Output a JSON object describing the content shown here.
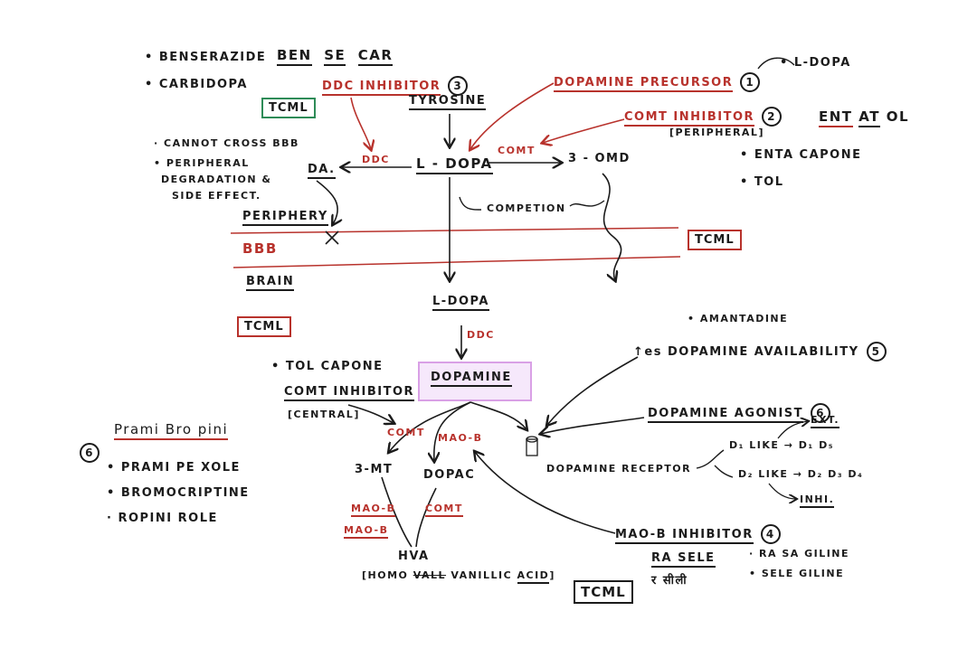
{
  "top_left": {
    "benserazide": "• BENSERAZIDE",
    "carbidopa": "• CARBIDOPA",
    "mnemonic": [
      "BEN",
      "SE",
      "CAR"
    ]
  },
  "ddc_inhibitor": {
    "label": "DDC INHIBITOR",
    "number": "3"
  },
  "tcml": "TCML",
  "dopamine_precursor": {
    "label": "DOPAMINE PRECURSOR",
    "number": "1",
    "drug": "• L-DOPA"
  },
  "comt_inhibitor_peripheral": {
    "label": "COMT INHIBITOR",
    "number": "2",
    "qualifier": "PERIPHERAL",
    "mnemonic": [
      "ENT",
      "AT",
      "OL"
    ],
    "drugs": [
      "• ENTA CAPONE",
      "• TOL"
    ]
  },
  "notes_left": [
    "· CANNOT CROSS BBB",
    "• PERIPHERAL",
    "DEGRADATION &",
    "SIDE EFFECT."
  ],
  "pathway": {
    "tyrosine": "TYROSINE",
    "ldopa": "L - DOPA",
    "da": "DA.",
    "ddc": "DDC",
    "comt": "COMT",
    "three_omd": "3 - OMD",
    "competition": "COMPETION",
    "periphery": "PERIPHERY",
    "bbb": "BBB",
    "brain": "BRAIN",
    "ldopa_brain": "L-DOPA",
    "ddc2": "DDC",
    "dopamine": "DOPAMINE",
    "comt2": "COMT",
    "mao_b": "MAO-B",
    "three_mt": "3-MT",
    "dopac": "DOPAC",
    "mao_b_a": "MAO-B",
    "mao_b_b": "MAO-B",
    "comt3": "COMT",
    "hva": "HVA",
    "hva_full": [
      "HOMO",
      "VALL",
      "VANILLIC",
      "ACID"
    ]
  },
  "comt_inhibitor_central": {
    "drug": "• TOL CAPONE",
    "label": "COMT INHIBITOR",
    "qualifier": "CENTRAL"
  },
  "dopamine_availability": {
    "amantadine": "• AMANTADINE",
    "label": "↑es DOPAMINE AVAILABILITY",
    "number": "5"
  },
  "dopamine_agonist": {
    "label": "DOPAMINE AGONIST",
    "number": "6",
    "receptor": "DOPAMINE RECEPTOR",
    "d1": "D₁ LIKE → D₁ D₅",
    "d2": "D₂ LIKE → D₂ D₃ D₄",
    "ext": "EXT.",
    "inh": "INHI."
  },
  "agonist_list": {
    "number": "6",
    "mnemonic": "Prami Bro pini",
    "drugs": [
      "• PRAMI PE XOLE",
      "• BROMOCRIPTINE",
      "· ROPINI ROLE"
    ]
  },
  "mao_b_inhibitor": {
    "label": "MAO-B INHIBITOR",
    "number": "4",
    "mnemonic": "RA SELE",
    "hindi": "र सीली",
    "drugs": [
      "· RA SA GILINE",
      "• SELE GILINE"
    ]
  },
  "colors": {
    "ink": "#1b1b1b",
    "red": "#b8322c",
    "green": "#2e8b57",
    "pink": "#d9a0e6"
  }
}
